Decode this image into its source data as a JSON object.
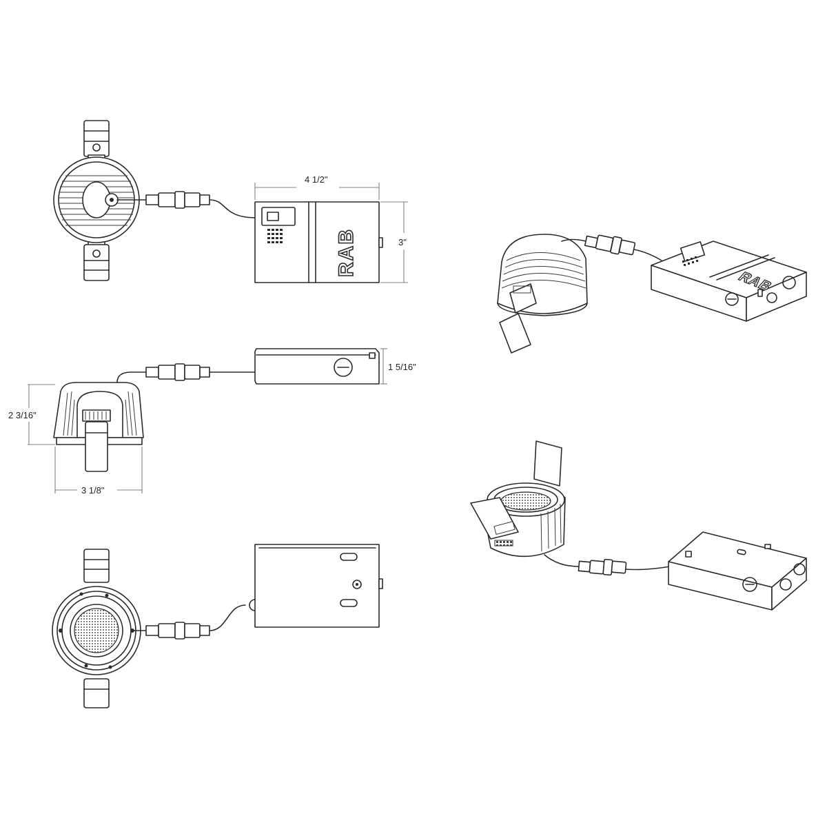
{
  "dimensions": {
    "width_label": "4 1/2\"",
    "height_label": "3\"",
    "depth_label": "1 5/16\"",
    "fixture_height_label": "2 3/16\"",
    "fixture_width_label": "3 1/8\""
  },
  "brand": {
    "logo_text": "RAB"
  }
}
